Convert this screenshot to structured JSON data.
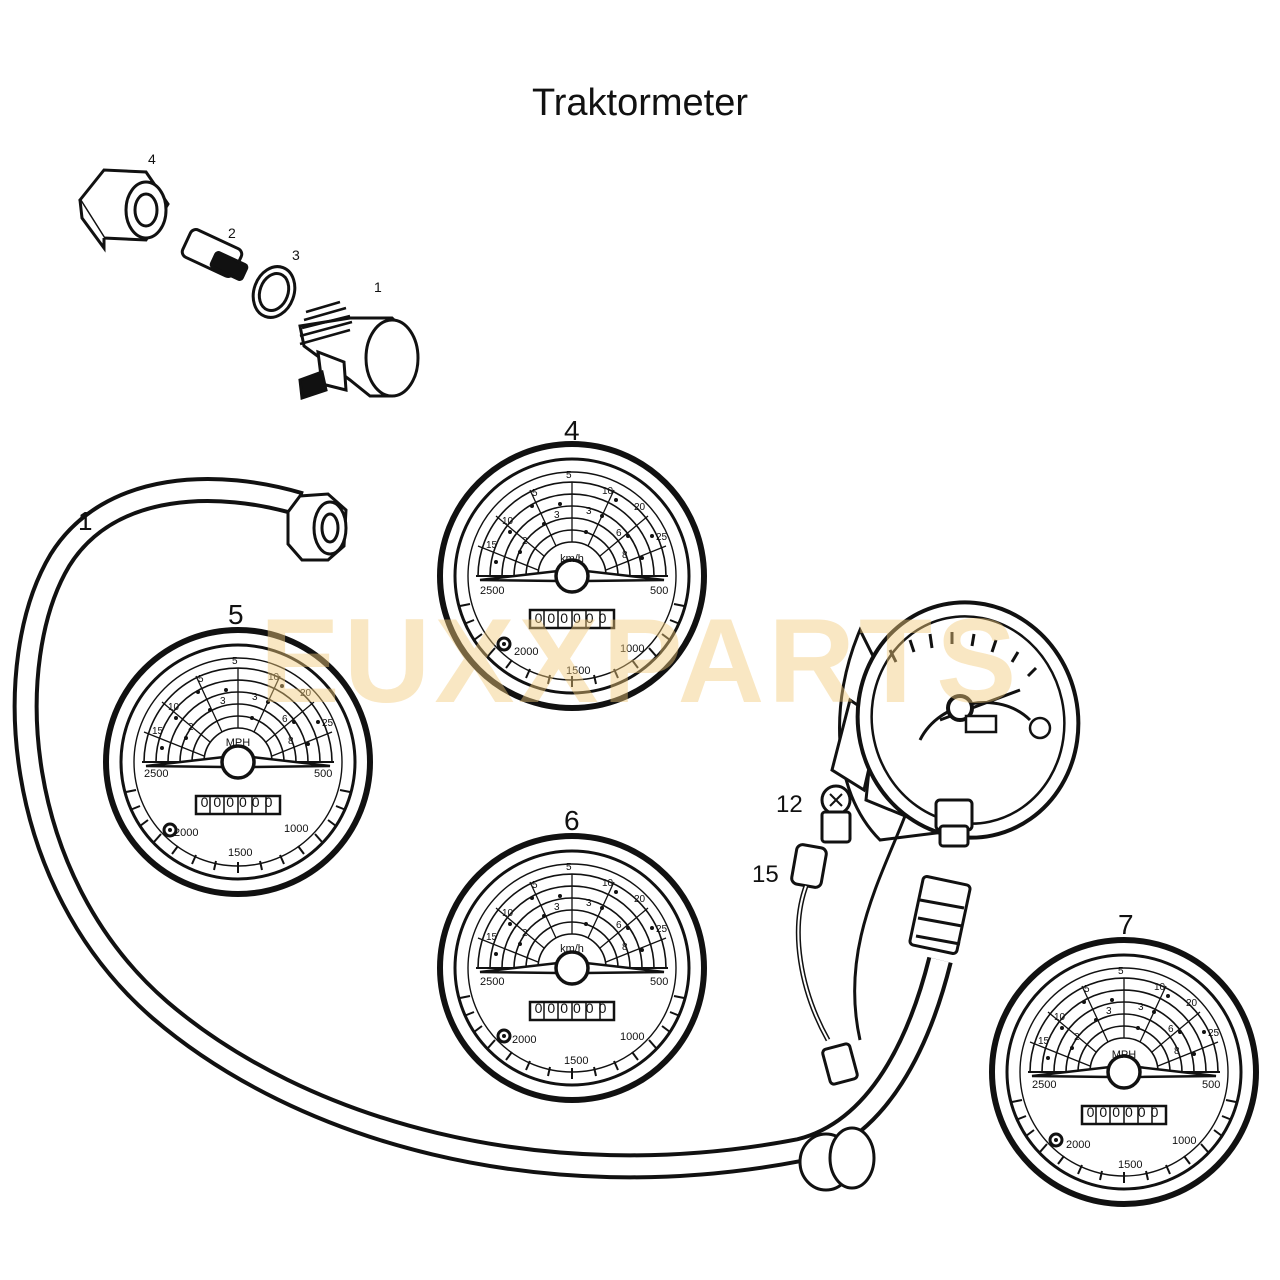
{
  "title": "Traktormeter",
  "watermark": "EUXXPARTS",
  "watermark_color": "#f1c97a",
  "line_color": "#111111",
  "callouts": {
    "top_4": "4",
    "top_2": "2",
    "top_3": "3",
    "top_1": "1",
    "cable_1": "1",
    "gauge_4": "4",
    "gauge_5": "5",
    "gauge_6": "6",
    "gauge_7": "7",
    "part_12": "12",
    "part_15": "15"
  },
  "gauges": {
    "g4": {
      "unit": "km/h",
      "odometer": "000000",
      "rpm_left": "2500",
      "rpm_right": "500",
      "rpm_2000": "2000",
      "rpm_1000": "1000",
      "rpm_1500": "1500"
    },
    "g5": {
      "unit": "MPH",
      "odometer": "000000",
      "rpm_left": "2500",
      "rpm_right": "500",
      "rpm_2000": "2000",
      "rpm_1000": "1000",
      "rpm_1500": "1500"
    },
    "g6": {
      "unit": "km/h",
      "odometer": "000000",
      "rpm_left": "2500",
      "rpm_right": "500",
      "rpm_2000": "2000",
      "rpm_1000": "1000",
      "rpm_1500": "1500"
    },
    "g7": {
      "unit": "MPH",
      "odometer": "000000",
      "rpm_left": "2500",
      "rpm_right": "500",
      "rpm_2000": "2000",
      "rpm_1000": "1000",
      "rpm_1500": "1500"
    }
  }
}
